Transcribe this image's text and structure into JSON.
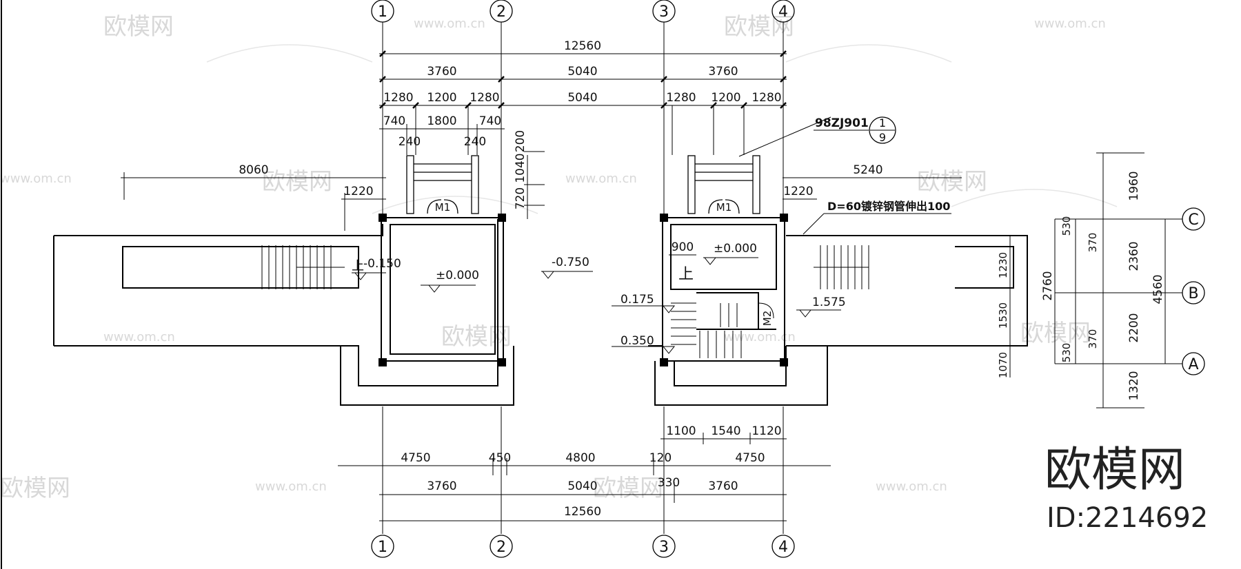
{
  "drawing": {
    "grid_axes": {
      "vertical": [
        "1",
        "2",
        "3",
        "4"
      ],
      "horizontal": [
        "C",
        "B",
        "A"
      ]
    },
    "top_dims": {
      "overall": "12560",
      "bays": [
        "3760",
        "5040",
        "3760"
      ],
      "sub_bays": [
        "1280",
        "1200",
        "1280",
        "5040",
        "1280",
        "1200",
        "1280"
      ],
      "stair_left": [
        "740",
        "1800",
        "740"
      ],
      "stair_posts": [
        "240",
        "240"
      ],
      "stair_vertical": [
        "200",
        "1040",
        "720"
      ]
    },
    "left_dims": {
      "long": "8060",
      "short": "1220"
    },
    "right_dims": {
      "long": "5240",
      "short": "1220",
      "small": "900",
      "right_stack": [
        "530",
        "370",
        "1230",
        "1530",
        "370",
        "530",
        "1070"
      ],
      "outer_stack": [
        "1960",
        "2360",
        "2200",
        "1320"
      ],
      "mid_stack": [
        "2760"
      ],
      "total": "4560"
    },
    "bottom_dims": {
      "row1": [
        "1100",
        "1540",
        "1120"
      ],
      "row2": [
        "4750",
        "450",
        "4800",
        "120",
        "4750"
      ],
      "row3": [
        "3760",
        "5040",
        "330",
        "3760"
      ],
      "overall": "12560"
    },
    "elevations": {
      "left_room": "±0.000",
      "left_step": "-0.150",
      "center": "-0.750",
      "right_room": "±0.000",
      "e175": "0.175",
      "e350": "0.350",
      "e1575": "1.575"
    },
    "annotations": {
      "detail_ref": "98ZJ901",
      "detail_num": "1",
      "detail_sheet": "9",
      "pipe_note": "D=60镀锌钢管伸出100",
      "door_m1": "M1",
      "door_m2": "M2",
      "up_mark": "上"
    },
    "watermark": {
      "brand": "欧模网",
      "url": "www.om.cn",
      "id": "ID:2214692"
    }
  }
}
